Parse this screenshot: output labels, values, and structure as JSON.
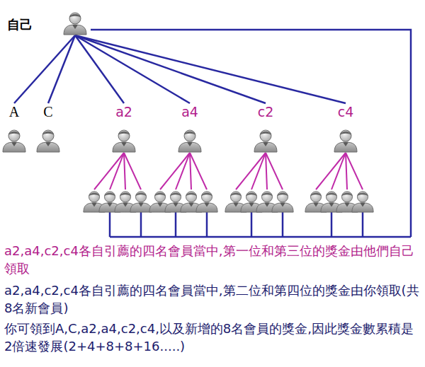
{
  "diagram": {
    "nodes": [
      {
        "text": [
          "自己"
        ]
      },
      {
        "text": [
          "A"
        ]
      },
      {
        "text": [
          "C"
        ]
      },
      {
        "text": [
          "a2"
        ]
      },
      {
        "text": [
          "a4"
        ]
      },
      {
        "text": [
          "c2"
        ]
      },
      {
        "text": [
          "c4"
        ]
      }
    ],
    "edges": [
      {
        "from": 0,
        "to": 1,
        "arrow": "none"
      },
      {
        "from": 0,
        "to": 2,
        "arrow": "none"
      },
      {
        "from": 0,
        "to": 3,
        "arrow": "none"
      },
      {
        "from": 0,
        "to": 4,
        "arrow": "none"
      },
      {
        "from": 0,
        "to": 5,
        "arrow": "none"
      },
      {
        "from": 0,
        "to": 6,
        "arrow": "none"
      }
    ],
    "labels": [
      "a2,a4,c2,c4各自引薦的四名會員當中,第一位和第三位的獎金由他們自己領取",
      "a2,a4,c2,c4各自引薦的四名會員當中,第二位和第四位的獎金由你領取(共8名新會員)",
      "你可領到A,C,a2,a4,c2,c4,以及新增的8名會員的獎金,因此獎金數累積是2倍速發展(2+4+8+8+16.....)"
    ]
  }
}
